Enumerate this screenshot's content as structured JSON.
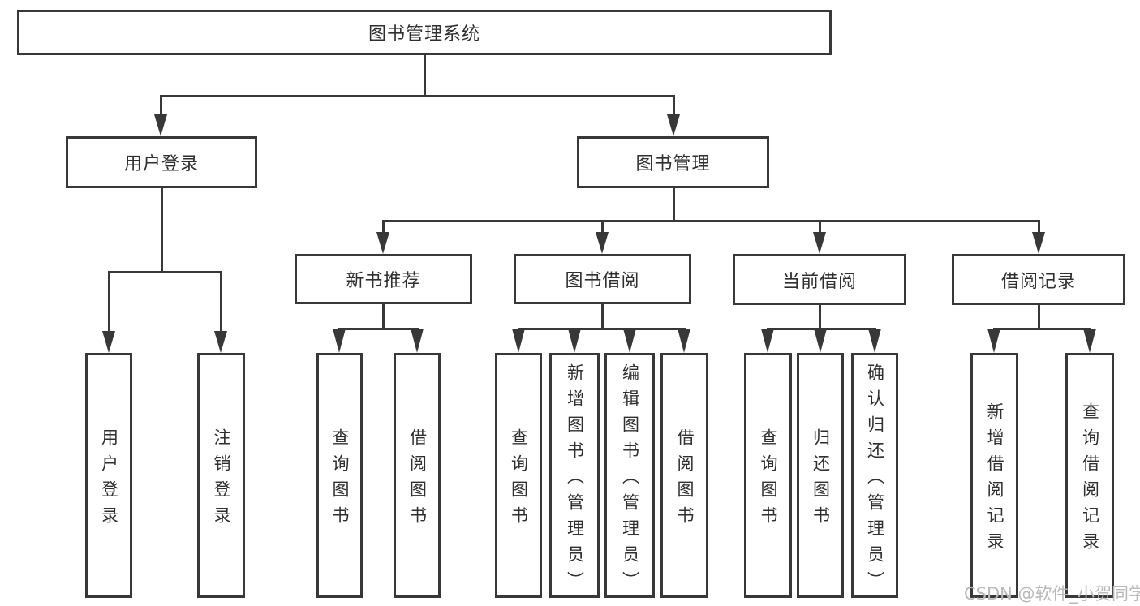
{
  "diagram_type": "hierarchy-tree",
  "tree": {
    "label": "图书管理系统",
    "children": [
      {
        "label": "用户登录",
        "children": [
          {
            "label": "用户登录"
          },
          {
            "label": "注销登录"
          }
        ]
      },
      {
        "label": "图书管理",
        "children": [
          {
            "label": "新书推荐",
            "children": [
              {
                "label": "查询图书"
              },
              {
                "label": "借阅图书"
              }
            ]
          },
          {
            "label": "图书借阅",
            "children": [
              {
                "label": "查询图书"
              },
              {
                "label": "新增图书（管理员）"
              },
              {
                "label": "编辑图书（管理员）"
              },
              {
                "label": "借阅图书"
              }
            ]
          },
          {
            "label": "当前借阅",
            "children": [
              {
                "label": "查询图书"
              },
              {
                "label": "归还图书"
              },
              {
                "label": "确认归还（管理员）"
              }
            ]
          },
          {
            "label": "借阅记录",
            "children": [
              {
                "label": "新增借阅记录"
              },
              {
                "label": "查询借阅记录"
              }
            ]
          }
        ]
      }
    ]
  },
  "watermark": {
    "text": "CSDN @软件_小贺同学"
  },
  "colors": {
    "line": "#383838",
    "text": "#2f2f2f",
    "watermark": "#b9b9b9",
    "background": "#ffffff"
  }
}
